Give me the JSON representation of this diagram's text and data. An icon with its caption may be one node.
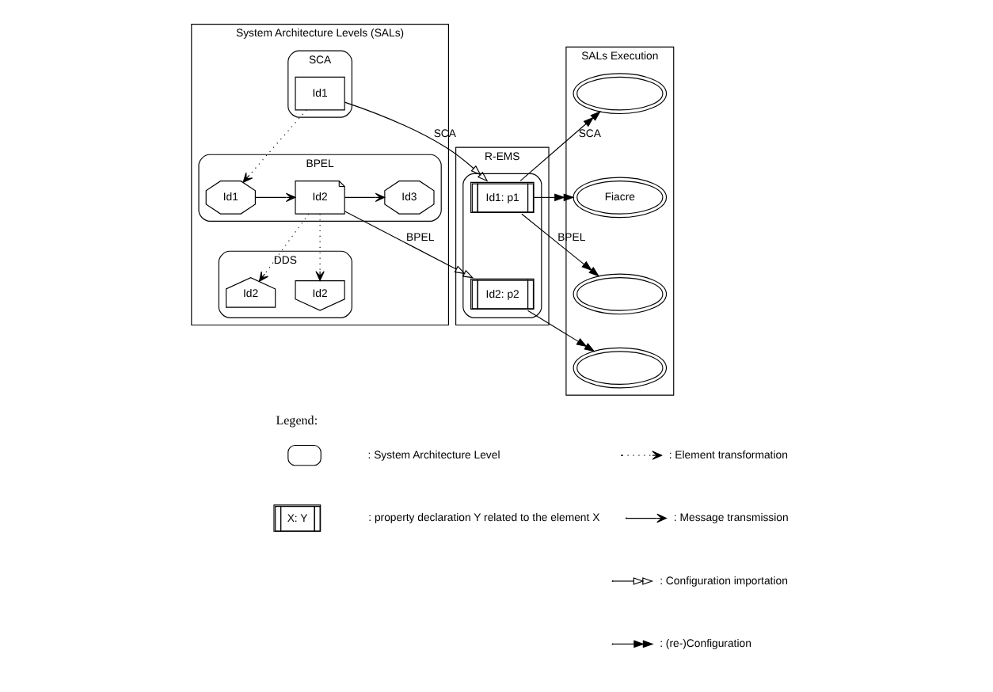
{
  "diagram": {
    "nodes": [
      {
        "text": [
          "System Architecture Levels (SALs)"
        ]
      },
      {
        "text": [
          "SCA"
        ],
        "in": 0
      },
      {
        "text": [
          "Id1"
        ],
        "in": 1
      },
      {
        "text": [
          "BPEL"
        ],
        "in": 0
      },
      {
        "text": [
          "Id1"
        ],
        "in": 3
      },
      {
        "text": [
          "Id2"
        ],
        "in": 3
      },
      {
        "text": [
          "Id3"
        ],
        "in": 3
      },
      {
        "text": [
          "DDS"
        ],
        "in": 0
      },
      {
        "text": [
          "Id2"
        ],
        "in": 7
      },
      {
        "text": [
          "Id2"
        ],
        "in": 7
      },
      {
        "text": [
          "R-EMS"
        ]
      },
      {
        "text": [],
        "shape": "cloud",
        "in": 10
      },
      {
        "text": [
          "Id1: p1"
        ],
        "in": 11
      },
      {
        "text": [
          "Id2: p2"
        ],
        "in": 11
      },
      {
        "text": [
          "SALs Execution"
        ]
      },
      {
        "text": [],
        "shape": "starburst",
        "in": 14
      },
      {
        "text": [
          "Fiacre"
        ],
        "in": 14
      },
      {
        "text": [],
        "shape": "starburst",
        "in": 14
      },
      {
        "text": [],
        "shape": "starburst",
        "in": 14
      }
    ],
    "edges": [
      {
        "from": 2,
        "to": 4,
        "arrow": "to",
        "style": "dashed"
      },
      {
        "from": 4,
        "to": 5,
        "arrow": "to"
      },
      {
        "from": 5,
        "to": 6,
        "arrow": "to"
      },
      {
        "from": 5,
        "to": 8,
        "arrow": "to",
        "style": "dashed"
      },
      {
        "from": 5,
        "to": 9,
        "arrow": "to",
        "style": "dashed"
      },
      {
        "from": 2,
        "to": 12,
        "arrow": "to",
        "label": "SCA"
      },
      {
        "from": 5,
        "to": 13,
        "arrow": "to",
        "label": "BPEL"
      },
      {
        "from": 12,
        "to": 15,
        "arrow": "to",
        "label": "SCA"
      },
      {
        "from": 12,
        "to": 16,
        "arrow": "to"
      },
      {
        "from": 12,
        "to": 17,
        "arrow": "to",
        "label": "BPEL"
      },
      {
        "from": 13,
        "to": 18,
        "arrow": "to"
      }
    ],
    "labels": [
      "Legend:",
      "X: Y"
    ],
    "legend": [
      {
        "text": ": System Architecture Level"
      },
      {
        "text": ": property declaration Y related to the element X"
      },
      {
        "text": ": Element transformation"
      },
      {
        "text": ": Message transmission"
      },
      {
        "text": ": Configuration importation"
      },
      {
        "text": ": (re-)Configuration"
      }
    ]
  }
}
